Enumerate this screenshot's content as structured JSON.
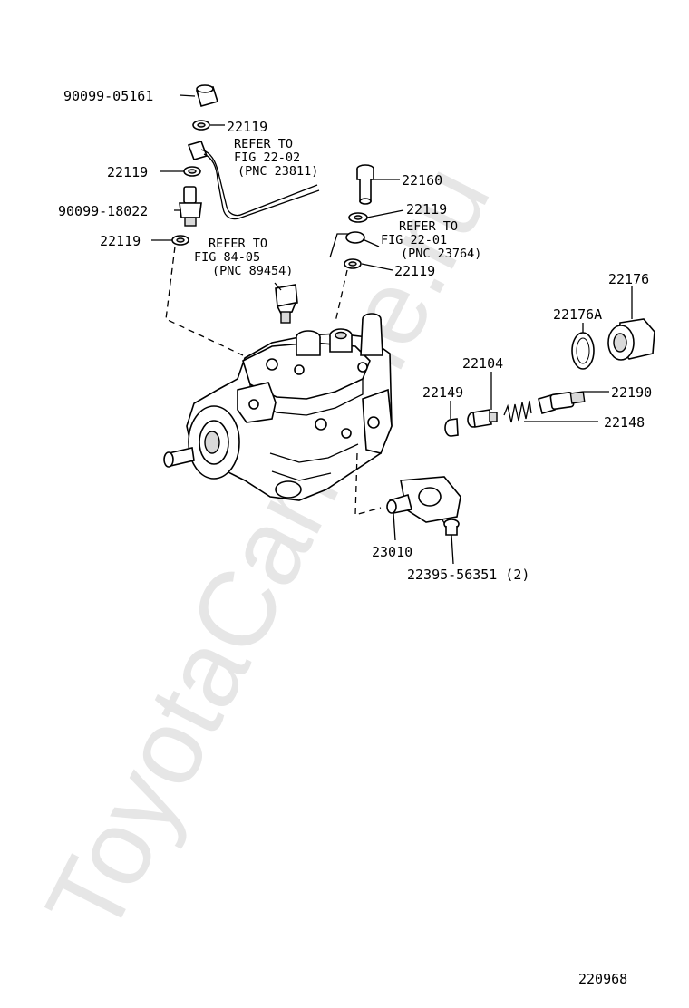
{
  "watermark": "ToyotaCarMine.ru",
  "figure_number": "220968",
  "parts": {
    "cap_90099_05161": "90099-05161",
    "gasket_22119_a": "22119",
    "gasket_22119_b": "22119",
    "bolt_90099_18022": "90099-18022",
    "gasket_22119_c": "22119",
    "bolt_22160": "22160",
    "gasket_22119_d": "22119",
    "gasket_22119_e": "22119",
    "cover_22176": "22176",
    "oring_22176A": "22176A",
    "pin_22104": "22104",
    "valve_22190": "22190",
    "nut_22149": "22149",
    "spring_22148": "22148",
    "sensor_23010": "23010",
    "screw_22395_56351": "22395-56351 (2)"
  },
  "refs": {
    "ref_fig_22_02": {
      "line1": "REFER TO",
      "line2": "FIG 22-02",
      "line3": "(PNC 23811)"
    },
    "ref_fig_22_01": {
      "line1": "REFER TO",
      "line2": "FIG 22-01",
      "line3": "(PNC 23764)"
    },
    "ref_fig_84_05": {
      "line1": "REFER TO",
      "line2": "FIG 84-05",
      "line3": "(PNC 89454)"
    }
  }
}
